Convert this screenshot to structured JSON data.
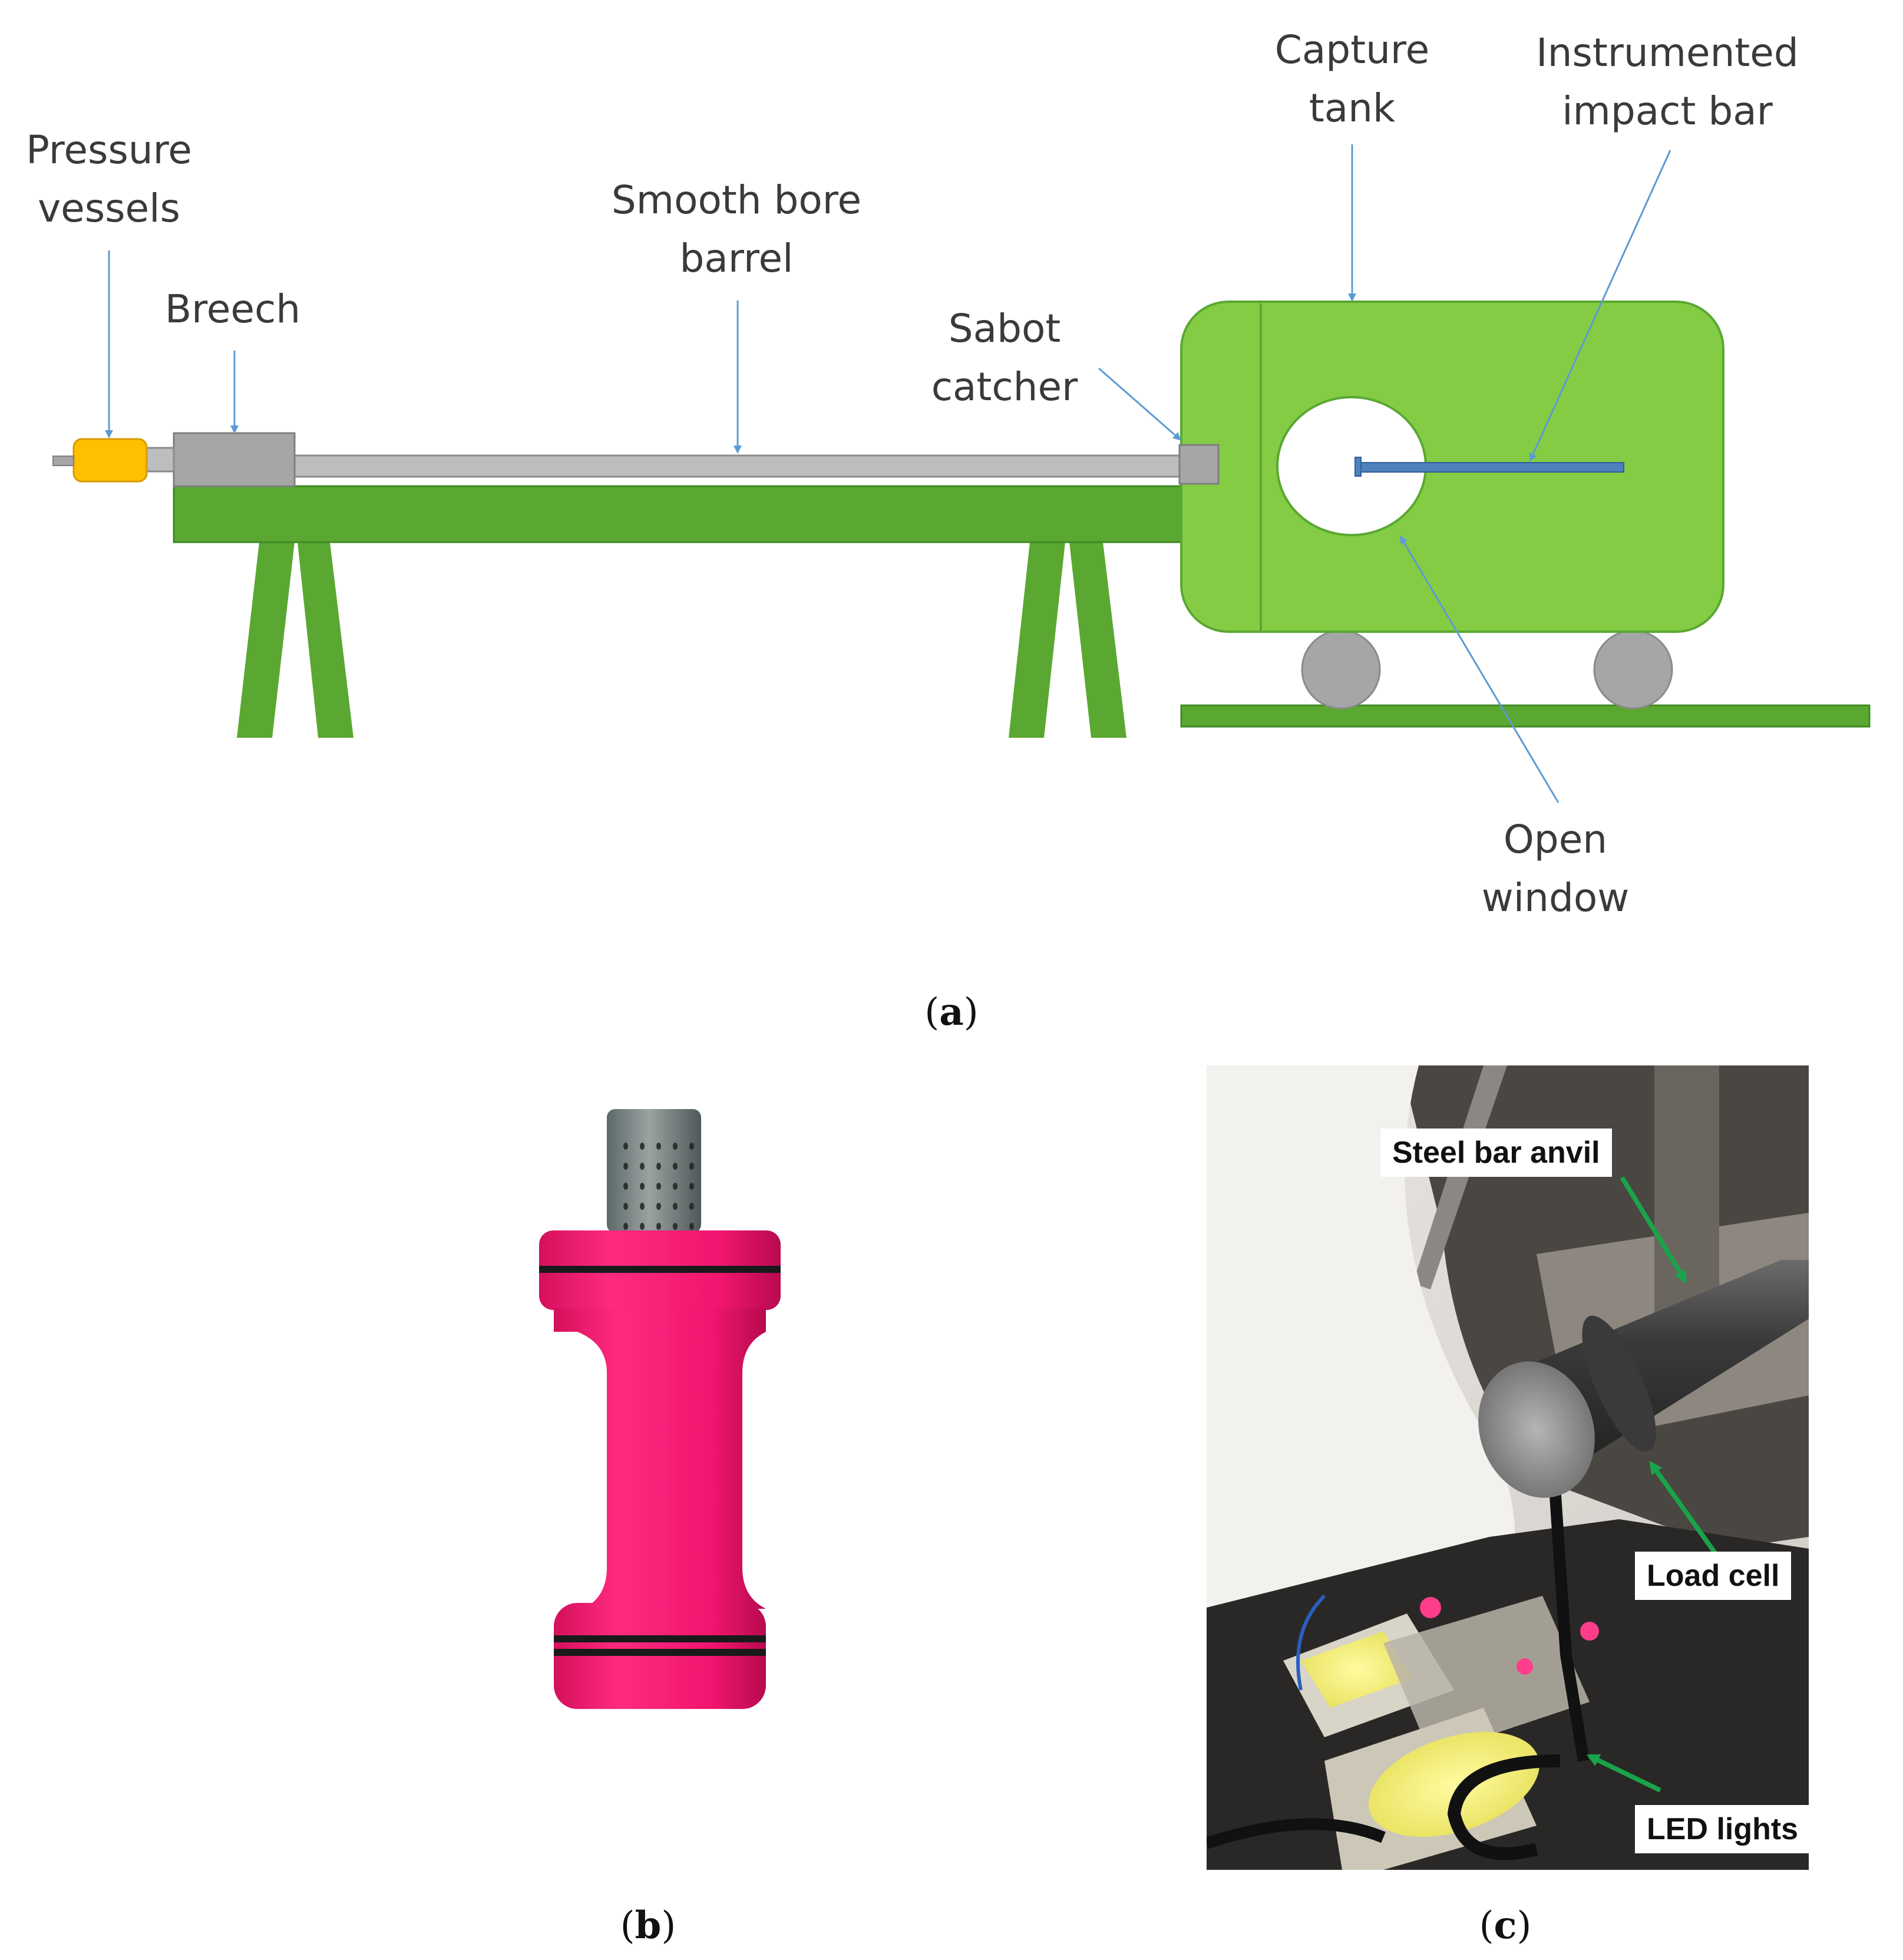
{
  "panel_a": {
    "labels": {
      "pressure_vessels": "Pressure\nvessels",
      "breech": "Breech",
      "smooth_bore_barrel": "Smooth bore\nbarrel",
      "sabot_catcher": "Sabot\ncatcher",
      "capture_tank": "Capture\ntank",
      "instrumented_impact_bar": "Instrumented\nimpact bar",
      "open_window": "Open\nwindow"
    },
    "colors": {
      "frame_green": "#5aa832",
      "tank_green": "#84cc44",
      "barrel_gray": "#bdbdbd",
      "vessel_yellow": "#ffc000",
      "bar_blue": "#4f81bd",
      "arrow_blue": "#5b9bd5"
    },
    "caption_letter": "a"
  },
  "panel_b": {
    "caption_letter": "b",
    "colors": {
      "sabot_pink": "#ff1a75",
      "foam_gray": "#6f7a7a",
      "oring_black": "#1a1a1a"
    }
  },
  "panel_c": {
    "caption_letter": "c",
    "labels": {
      "steel_bar_anvil": "Steel bar anvil",
      "load_cell": "Load cell",
      "led_lights": "LED lights"
    },
    "colors": {
      "arrow_green": "#1aa34a"
    }
  }
}
